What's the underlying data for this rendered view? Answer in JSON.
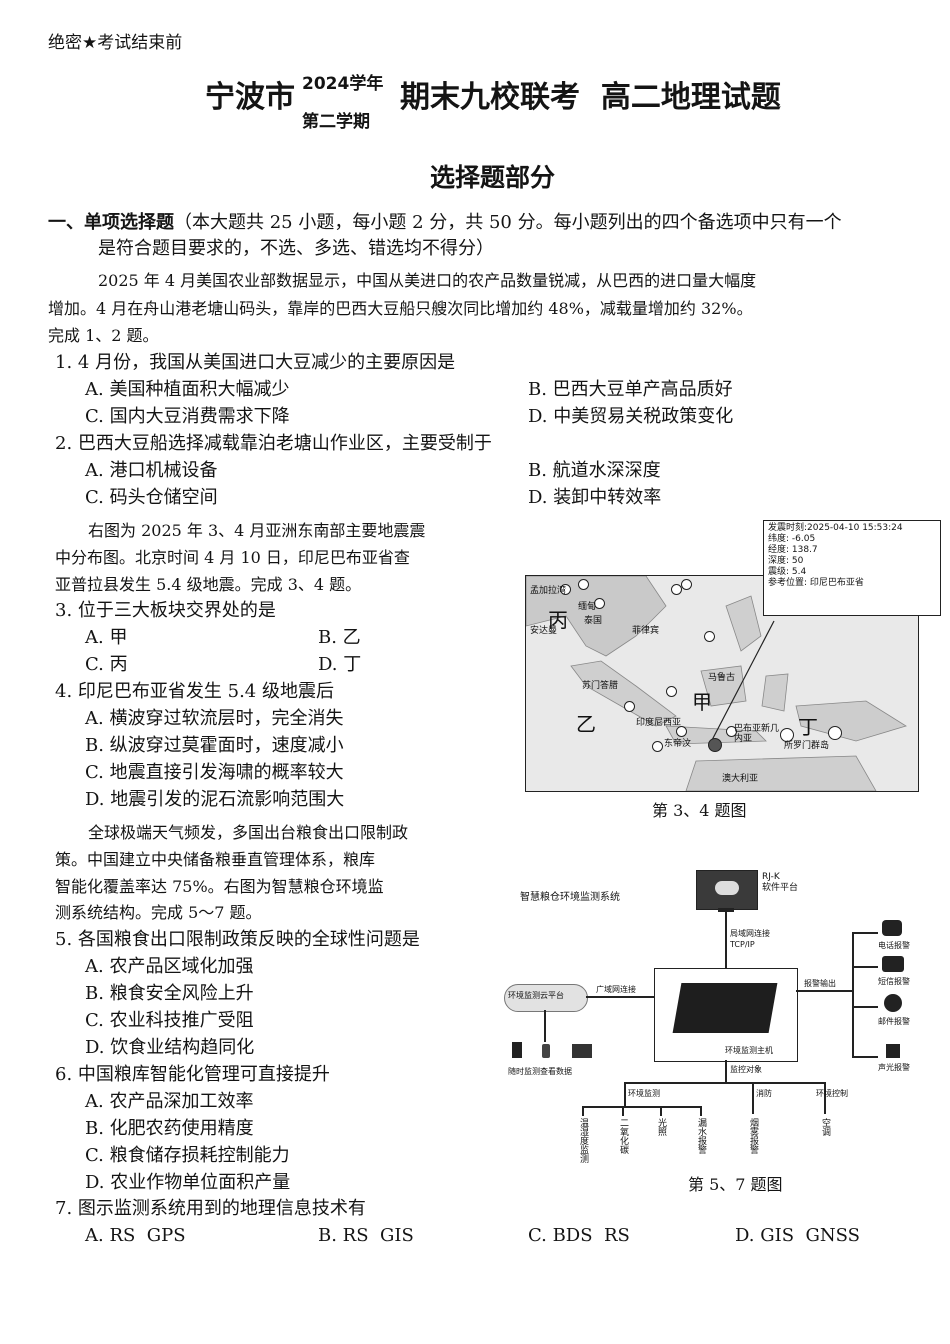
{
  "header": {
    "secret": "绝密★考试结束前",
    "title_city": "宁波市",
    "title_year": "2024学年",
    "title_term": "第二学期",
    "title_rest": "期末九校联考  高二地理试题",
    "section": "选择题部分"
  },
  "part1": {
    "heading": "一、单项选择题",
    "instr_line1": "（本大题共 25 小题，每小题 2 分，共 50 分。每小题列出的四个备选项中只有一个",
    "instr_line2": "是符合题目要求的，不选、多选、错选均不得分）"
  },
  "passage1": {
    "line1": "2025 年 4 月美国农业部数据显示，中国从美进口的农产品数量锐减，从巴西的进口量大幅度",
    "line2": "增加。4 月在舟山港老塘山码头，靠岸的巴西大豆船只艘次同比增加约 48%，减载量增加约 32%。",
    "line3": "完成 1、2 题。"
  },
  "q1": {
    "stem": "1. 4 月份，我国从美国进口大豆减少的主要原因是",
    "A": "A. 美国种植面积大幅减少",
    "B": "B. 巴西大豆单产高品质好",
    "C": "C. 国内大豆消费需求下降",
    "D": "D. 中美贸易关税政策变化"
  },
  "q2": {
    "stem": "2. 巴西大豆船选择减载靠泊老塘山作业区，主要受制于",
    "A": "A. 港口机械设备",
    "B": "B. 航道水深深度",
    "C": "C. 码头仓储空间",
    "D": "D. 装卸中转效率"
  },
  "passage2": {
    "line1": "右图为 2025 年 3、4 月亚洲东南部主要地震震",
    "line2": "中分布图。北京时间 4 月 10 日，印尼巴布亚省查",
    "line3": "亚普拉县发生 5.4 级地震。完成 3、4 题。"
  },
  "q3": {
    "stem": "3. 位于三大板块交界处的是",
    "A": "A. 甲",
    "B": "B. 乙",
    "C": "C. 丙",
    "D": "D. 丁"
  },
  "q4": {
    "stem": "4. 印尼巴布亚省发生 5.4 级地震后",
    "A": "A. 横波穿过软流层时，完全消失",
    "B": "B. 纵波穿过莫霍面时，速度减小",
    "C": "C. 地震直接引发海啸的概率较大",
    "D": "D. 地震引发的泥石流影响范围大"
  },
  "map": {
    "info": {
      "time": "发震时刻:2025-04-10 15:53:24",
      "lat": "纬度: -6.05",
      "lon": "经度: 138.7",
      "depth": "深度: 50",
      "mag": "震级: 5.4",
      "loc": "参考位置: 印尼巴布亚省"
    },
    "labels": {
      "bing": "丙",
      "yi": "乙",
      "jia": "甲",
      "ding": "丁",
      "l1": "孟加拉湾",
      "l2": "泰国",
      "l3": "缅甸",
      "l4": "安达曼",
      "l5": "苏门答腊",
      "l6": "菲律宾",
      "l7": "马鲁古",
      "l8": "印度尼西亚",
      "l9": "东帝汶",
      "l10": "巴布亚新几内亚",
      "l11": "所罗门群岛",
      "l12": "澳大利亚"
    },
    "caption": "第 3、4 题图"
  },
  "passage3": {
    "line1": "全球极端天气频发，多国出台粮食出口限制政",
    "line2": "策。中国建立中央储备粮垂直管理体系，粮库",
    "line3": "智能化覆盖率达 75%。右图为智慧粮仓环境监",
    "line4": "测系统结构。完成 5～7 题。"
  },
  "q5": {
    "stem": "5. 各国粮食出口限制政策反映的全球性问题是",
    "A": "A. 农产品区域化加强",
    "B": "B. 粮食安全风险上升",
    "C": "C. 农业科技推广受阻",
    "D": "D. 饮食业结构趋同化"
  },
  "q6": {
    "stem": "6. 中国粮库智能化管理可直接提升",
    "A": "A. 农产品深加工效率",
    "B": "B. 化肥农药使用精度",
    "C": "C. 粮食储存损耗控制能力",
    "D": "D. 农业作物单位面积产量"
  },
  "q7": {
    "stem": "7. 图示监测系统用到的地理信息技术有",
    "A": "A. RS  GPS",
    "B": "B. RS  GIS",
    "C": "C. BDS  RS",
    "D": "D. GIS  GNSS"
  },
  "diagram": {
    "system_title": "智慧粮仓环境监测系统",
    "software": "RJ-K\n软件平台",
    "lan": "局域网连接\nTCP/IP",
    "wan": "广域网连接",
    "cloud": "环境监测云平台",
    "devices": "随时监测查看数据",
    "host": "环境监测主机",
    "alarm_out": "报警输出",
    "phone": "电话报警",
    "sms": "短信报警",
    "mail": "邮件报警",
    "sound": "声光报警",
    "targets": "监控对象",
    "env": "环境监测",
    "fire": "消防",
    "envctrl": "环境控制",
    "leaf1": "温湿度监测",
    "leaf2": "二氧化碳",
    "leaf3": "光照",
    "leaf4": "漏水报警",
    "leaf5": "烟雾报警",
    "leaf6": "空调",
    "caption": "第 5、7 题图"
  }
}
